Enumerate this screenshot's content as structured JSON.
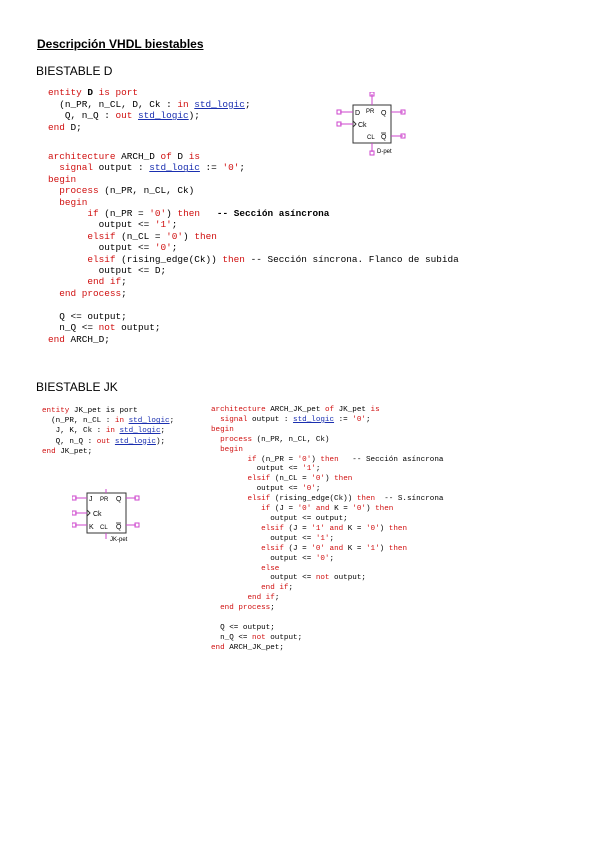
{
  "document": {
    "title": "Descripción VHDL biestables",
    "section_d": "BIESTABLE D",
    "section_jk": "BIESTABLE JK"
  },
  "colors": {
    "keyword": "#d01010",
    "type": "#1a2fb0",
    "symbol": "#cc44cc"
  },
  "d_symbol": {
    "pin_pr": "PR",
    "pin_d": "D",
    "pin_ck": "Ck",
    "pin_cl": "CL",
    "pin_q": "Q",
    "pin_qn": "Q",
    "label": "D-pet"
  },
  "jk_symbol": {
    "pin_pr": "PR",
    "pin_j": "J",
    "pin_ck": "Ck",
    "pin_k": "K",
    "pin_cl": "CL",
    "pin_q": "Q",
    "pin_qn": "Q",
    "label": "JK-pet"
  },
  "code_d_entity": [
    [
      [
        "entity ",
        "k"
      ],
      [
        "D",
        "b"
      ],
      [
        " is port",
        "k"
      ]
    ],
    [
      [
        "  (n_PR, n_CL, D, Ck : ",
        ""
      ],
      [
        "in ",
        "k"
      ],
      [
        "std_logic",
        "t"
      ],
      [
        ";",
        ""
      ]
    ],
    [
      [
        "   Q, n_Q : ",
        ""
      ],
      [
        "out ",
        "k"
      ],
      [
        "std_logic",
        "t"
      ],
      [
        ");",
        ""
      ]
    ],
    [
      [
        "end ",
        "k"
      ],
      [
        "D",
        ""
      ],
      [
        ";",
        ""
      ]
    ]
  ],
  "code_d_arch": [
    [
      [
        "architecture ",
        "k"
      ],
      [
        "ARCH_D",
        ""
      ],
      [
        " of ",
        "k"
      ],
      [
        "D",
        ""
      ],
      [
        " is",
        "k"
      ]
    ],
    [
      [
        "  signal ",
        "k"
      ],
      [
        "output : ",
        ""
      ],
      [
        "std_logic",
        "t"
      ],
      [
        " := ",
        ""
      ],
      [
        "'0'",
        "k"
      ],
      [
        ";",
        ""
      ]
    ],
    [
      [
        "begin",
        "k"
      ]
    ],
    [
      [
        "  process ",
        "k"
      ],
      [
        "(n_PR, n_CL, Ck)",
        ""
      ]
    ],
    [
      [
        "  begin",
        "k"
      ]
    ],
    [
      [
        "       if ",
        "k"
      ],
      [
        "(n_PR = ",
        ""
      ],
      [
        "'0'",
        "k"
      ],
      [
        ") ",
        ""
      ],
      [
        "then",
        "k"
      ],
      [
        "   -- Sección asíncrona",
        "b"
      ]
    ],
    [
      [
        "         output <= ",
        ""
      ],
      [
        "'1'",
        "k"
      ],
      [
        ";",
        ""
      ]
    ],
    [
      [
        "       elsif ",
        "k"
      ],
      [
        "(n_CL = ",
        ""
      ],
      [
        "'0'",
        "k"
      ],
      [
        ") ",
        ""
      ],
      [
        "then",
        "k"
      ]
    ],
    [
      [
        "         output <= ",
        ""
      ],
      [
        "'0'",
        "k"
      ],
      [
        ";",
        ""
      ]
    ],
    [
      [
        "       elsif ",
        "k"
      ],
      [
        "(rising_edge(Ck)) ",
        ""
      ],
      [
        "then",
        "k"
      ],
      [
        " -- Sección síncrona. Flanco de subida",
        ""
      ]
    ],
    [
      [
        "         output <= D;",
        ""
      ]
    ],
    [
      [
        "       end if",
        "k"
      ],
      [
        ";",
        ""
      ]
    ],
    [
      [
        "  end process",
        "k"
      ],
      [
        ";",
        ""
      ]
    ],
    [
      [
        "",
        ""
      ]
    ],
    [
      [
        "  Q <= output;",
        ""
      ]
    ],
    [
      [
        "  n_Q <= ",
        ""
      ],
      [
        "not ",
        "k"
      ],
      [
        "output;",
        ""
      ]
    ],
    [
      [
        "end ",
        "k"
      ],
      [
        "ARCH_D",
        ""
      ],
      [
        ";",
        ""
      ]
    ]
  ],
  "code_jk_entity": [
    [
      [
        "entity ",
        "k"
      ],
      [
        "JK_pet",
        ""
      ],
      [
        " is port",
        ""
      ]
    ],
    [
      [
        "  (n_PR, n_CL : ",
        ""
      ],
      [
        "in ",
        "k"
      ],
      [
        "std_logic",
        "t"
      ],
      [
        ";",
        ""
      ]
    ],
    [
      [
        "   J, K, Ck : ",
        ""
      ],
      [
        "in ",
        "k"
      ],
      [
        "std_logic",
        "t"
      ],
      [
        ";",
        ""
      ]
    ],
    [
      [
        "   Q, n_Q : ",
        ""
      ],
      [
        "out ",
        "k"
      ],
      [
        "std_logic",
        "t"
      ],
      [
        ");",
        ""
      ]
    ],
    [
      [
        "end ",
        "k"
      ],
      [
        "JK_pet",
        ""
      ],
      [
        ";",
        ""
      ]
    ]
  ],
  "code_jk_arch": [
    [
      [
        "architecture ",
        "k"
      ],
      [
        "ARCH_JK_pet",
        ""
      ],
      [
        " of ",
        "k"
      ],
      [
        "JK_pet",
        ""
      ],
      [
        " is",
        "k"
      ]
    ],
    [
      [
        "  signal ",
        "k"
      ],
      [
        "output : ",
        ""
      ],
      [
        "std_logic",
        "t"
      ],
      [
        " := ",
        ""
      ],
      [
        "'0'",
        "k"
      ],
      [
        ";",
        ""
      ]
    ],
    [
      [
        "begin",
        "k"
      ]
    ],
    [
      [
        "  process ",
        "k"
      ],
      [
        "(n_PR, n_CL, Ck)",
        ""
      ]
    ],
    [
      [
        "  begin",
        "k"
      ]
    ],
    [
      [
        "        if ",
        "k"
      ],
      [
        "(n_PR = ",
        ""
      ],
      [
        "'0'",
        "k"
      ],
      [
        ") ",
        ""
      ],
      [
        "then",
        "k"
      ],
      [
        "   -- Sección asíncrona",
        ""
      ]
    ],
    [
      [
        "          output <= ",
        ""
      ],
      [
        "'1'",
        "k"
      ],
      [
        ";",
        ""
      ]
    ],
    [
      [
        "        elsif ",
        "k"
      ],
      [
        "(n_CL = ",
        ""
      ],
      [
        "'0'",
        "k"
      ],
      [
        ") ",
        ""
      ],
      [
        "then",
        "k"
      ]
    ],
    [
      [
        "          output <= ",
        ""
      ],
      [
        "'0'",
        "k"
      ],
      [
        ";",
        ""
      ]
    ],
    [
      [
        "        elsif ",
        "k"
      ],
      [
        "(rising_edge(Ck)) ",
        ""
      ],
      [
        "then",
        "k"
      ],
      [
        "  -- S.síncrona",
        ""
      ]
    ],
    [
      [
        "           if ",
        "k"
      ],
      [
        "(J = ",
        ""
      ],
      [
        "'0'",
        "k"
      ],
      [
        " and ",
        "k"
      ],
      [
        "K = ",
        ""
      ],
      [
        "'0'",
        "k"
      ],
      [
        ") ",
        ""
      ],
      [
        "then",
        "k"
      ]
    ],
    [
      [
        "             output <= output;",
        ""
      ]
    ],
    [
      [
        "           elsif ",
        "k"
      ],
      [
        "(J = ",
        ""
      ],
      [
        "'1'",
        "k"
      ],
      [
        " and ",
        "k"
      ],
      [
        "K = ",
        ""
      ],
      [
        "'0'",
        "k"
      ],
      [
        ") ",
        ""
      ],
      [
        "then",
        "k"
      ]
    ],
    [
      [
        "             output <= ",
        ""
      ],
      [
        "'1'",
        "k"
      ],
      [
        ";",
        ""
      ]
    ],
    [
      [
        "           elsif ",
        "k"
      ],
      [
        "(J = ",
        ""
      ],
      [
        "'0'",
        "k"
      ],
      [
        " and ",
        "k"
      ],
      [
        "K = ",
        ""
      ],
      [
        "'1'",
        "k"
      ],
      [
        ") ",
        ""
      ],
      [
        "then",
        "k"
      ]
    ],
    [
      [
        "             output <= ",
        ""
      ],
      [
        "'0'",
        "k"
      ],
      [
        ";",
        ""
      ]
    ],
    [
      [
        "           else",
        "k"
      ]
    ],
    [
      [
        "             output <= ",
        ""
      ],
      [
        "not ",
        "k"
      ],
      [
        "output;",
        ""
      ]
    ],
    [
      [
        "           end if",
        "k"
      ],
      [
        ";",
        ""
      ]
    ],
    [
      [
        "        end if",
        "k"
      ],
      [
        ";",
        ""
      ]
    ],
    [
      [
        "  end process",
        "k"
      ],
      [
        ";",
        ""
      ]
    ],
    [
      [
        "",
        ""
      ]
    ],
    [
      [
        "  Q <= output;",
        ""
      ]
    ],
    [
      [
        "  n_Q <= ",
        ""
      ],
      [
        "not ",
        "k"
      ],
      [
        "output;",
        ""
      ]
    ],
    [
      [
        "end ",
        "k"
      ],
      [
        "ARCH_JK_pet",
        ""
      ],
      [
        ";",
        ""
      ]
    ]
  ]
}
